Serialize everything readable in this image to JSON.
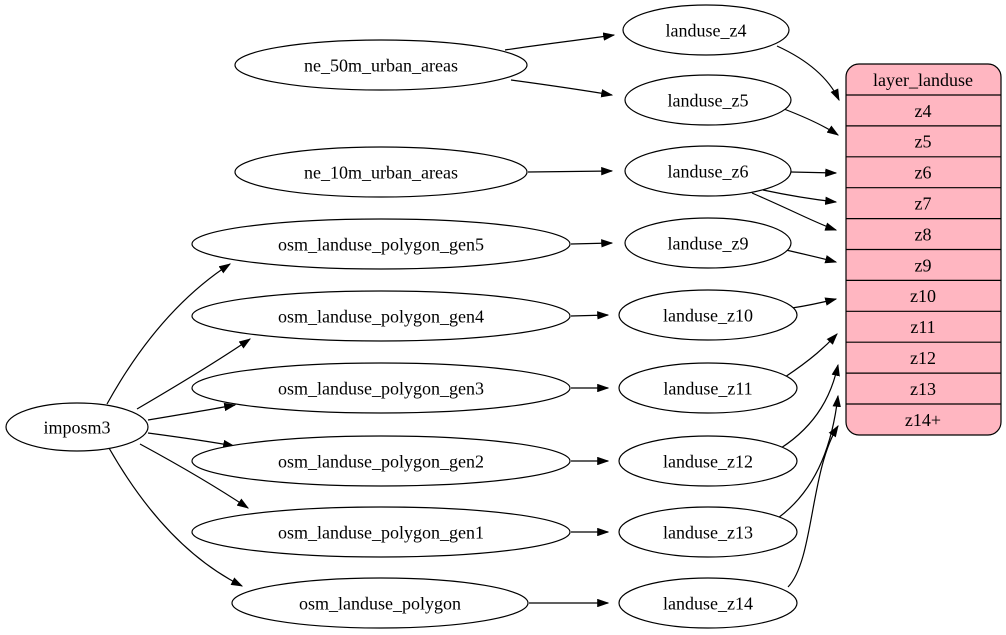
{
  "diagram": {
    "type": "graphviz-dependency-graph",
    "background_color": "#ffffff",
    "edge_color": "#000000",
    "nodes": {
      "imposm3": {
        "label": "imposm3"
      },
      "ne_50m_urban_areas": {
        "label": "ne_50m_urban_areas"
      },
      "ne_10m_urban_areas": {
        "label": "ne_10m_urban_areas"
      },
      "osm_landuse_polygon_gen5": {
        "label": "osm_landuse_polygon_gen5"
      },
      "osm_landuse_polygon_gen4": {
        "label": "osm_landuse_polygon_gen4"
      },
      "osm_landuse_polygon_gen3": {
        "label": "osm_landuse_polygon_gen3"
      },
      "osm_landuse_polygon_gen2": {
        "label": "osm_landuse_polygon_gen2"
      },
      "osm_landuse_polygon_gen1": {
        "label": "osm_landuse_polygon_gen1"
      },
      "osm_landuse_polygon": {
        "label": "osm_landuse_polygon"
      },
      "landuse_z4": {
        "label": "landuse_z4"
      },
      "landuse_z5": {
        "label": "landuse_z5"
      },
      "landuse_z6": {
        "label": "landuse_z6"
      },
      "landuse_z9": {
        "label": "landuse_z9"
      },
      "landuse_z10": {
        "label": "landuse_z10"
      },
      "landuse_z11": {
        "label": "landuse_z11"
      },
      "landuse_z12": {
        "label": "landuse_z12"
      },
      "landuse_z13": {
        "label": "landuse_z13"
      },
      "landuse_z14": {
        "label": "landuse_z14"
      }
    },
    "record": {
      "title": "layer_landuse",
      "fill": "#ffb6c1",
      "stroke": "#000000",
      "rows": [
        "z4",
        "z5",
        "z6",
        "z7",
        "z8",
        "z9",
        "z10",
        "z11",
        "z12",
        "z13",
        "z14+"
      ]
    },
    "edges": [
      {
        "from": "imposm3",
        "to": "osm_landuse_polygon_gen5"
      },
      {
        "from": "imposm3",
        "to": "osm_landuse_polygon_gen4"
      },
      {
        "from": "imposm3",
        "to": "osm_landuse_polygon_gen3"
      },
      {
        "from": "imposm3",
        "to": "osm_landuse_polygon_gen2"
      },
      {
        "from": "imposm3",
        "to": "osm_landuse_polygon_gen1"
      },
      {
        "from": "imposm3",
        "to": "osm_landuse_polygon"
      },
      {
        "from": "ne_50m_urban_areas",
        "to": "landuse_z4"
      },
      {
        "from": "ne_50m_urban_areas",
        "to": "landuse_z5"
      },
      {
        "from": "ne_10m_urban_areas",
        "to": "landuse_z6"
      },
      {
        "from": "osm_landuse_polygon_gen5",
        "to": "landuse_z9"
      },
      {
        "from": "osm_landuse_polygon_gen4",
        "to": "landuse_z10"
      },
      {
        "from": "osm_landuse_polygon_gen3",
        "to": "landuse_z11"
      },
      {
        "from": "osm_landuse_polygon_gen2",
        "to": "landuse_z12"
      },
      {
        "from": "osm_landuse_polygon_gen1",
        "to": "landuse_z13"
      },
      {
        "from": "osm_landuse_polygon",
        "to": "landuse_z14"
      },
      {
        "from": "landuse_z4",
        "to": "layer_landuse:z4"
      },
      {
        "from": "landuse_z5",
        "to": "layer_landuse:z5"
      },
      {
        "from": "landuse_z6",
        "to": "layer_landuse:z6"
      },
      {
        "from": "landuse_z6",
        "to": "layer_landuse:z7"
      },
      {
        "from": "landuse_z6",
        "to": "layer_landuse:z8"
      },
      {
        "from": "landuse_z9",
        "to": "layer_landuse:z9"
      },
      {
        "from": "landuse_z10",
        "to": "layer_landuse:z10"
      },
      {
        "from": "landuse_z11",
        "to": "layer_landuse:z11"
      },
      {
        "from": "landuse_z12",
        "to": "layer_landuse:z12"
      },
      {
        "from": "landuse_z13",
        "to": "layer_landuse:z13"
      },
      {
        "from": "landuse_z14",
        "to": "layer_landuse:z14+"
      }
    ]
  }
}
